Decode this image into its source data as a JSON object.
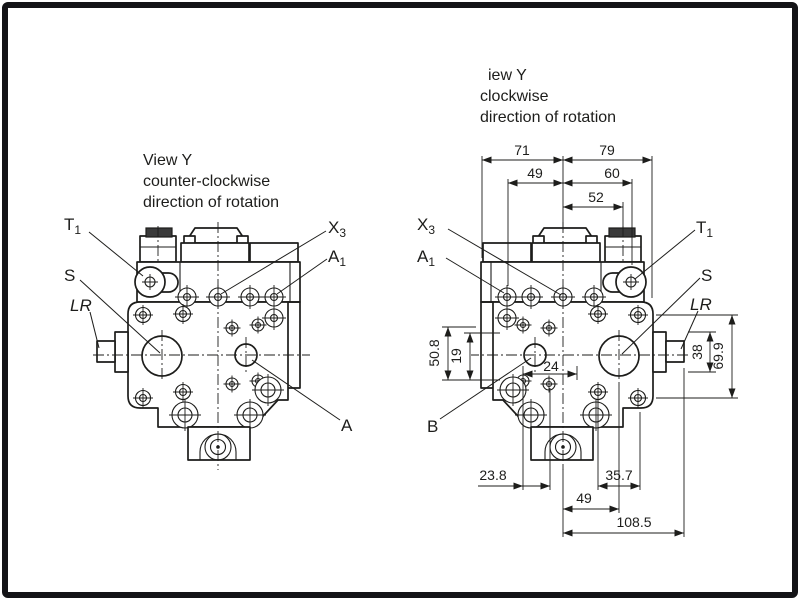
{
  "drawing": {
    "ink": "#1d1d1b",
    "left_view": {
      "title": [
        "View Y",
        "counter-clockwise",
        "direction of rotation"
      ],
      "labels": {
        "t1": {
          "base": "T",
          "sub": "1"
        },
        "s": "S",
        "lr": "LR",
        "x3": {
          "base": "X",
          "sub": "3"
        },
        "a1": {
          "base": "A",
          "sub": "1"
        },
        "a": "A"
      }
    },
    "right_view": {
      "title": [
        "iew Y",
        "clockwise",
        "direction of rotation"
      ],
      "labels": {
        "x3": {
          "base": "X",
          "sub": "3"
        },
        "a1": {
          "base": "A",
          "sub": "1"
        },
        "t1": {
          "base": "T",
          "sub": "1"
        },
        "s": "S",
        "lr": "LR",
        "b": "B"
      },
      "dimensions": {
        "top_width_left": "71",
        "top_width_right": "79",
        "upper_left": "49",
        "upper_right": "60",
        "upper_center": "52",
        "bolt_spacing_upper": "24",
        "bolt_spacing_lower": "23.8",
        "bottom_right": "35.7",
        "shaft_offset": "49",
        "overall_width": "108.5",
        "side_height_outer": "50.8",
        "side_height_inner": "19",
        "port_height": "38",
        "flange_height": "69.9"
      }
    }
  }
}
